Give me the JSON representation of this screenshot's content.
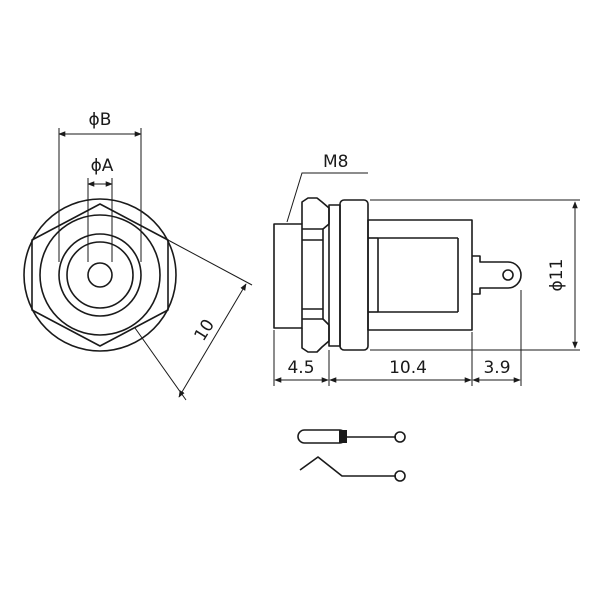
{
  "dimensions": {
    "phi_b": "ϕB",
    "phi_a": "ϕA",
    "hex_across": "10",
    "thread": "M8",
    "len_thread": "4.5",
    "len_body": "10.4",
    "len_terminal": "3.9",
    "dia_body": "ϕ11"
  },
  "colors": {
    "line": "#1a1a1a",
    "background": "#ffffff"
  }
}
